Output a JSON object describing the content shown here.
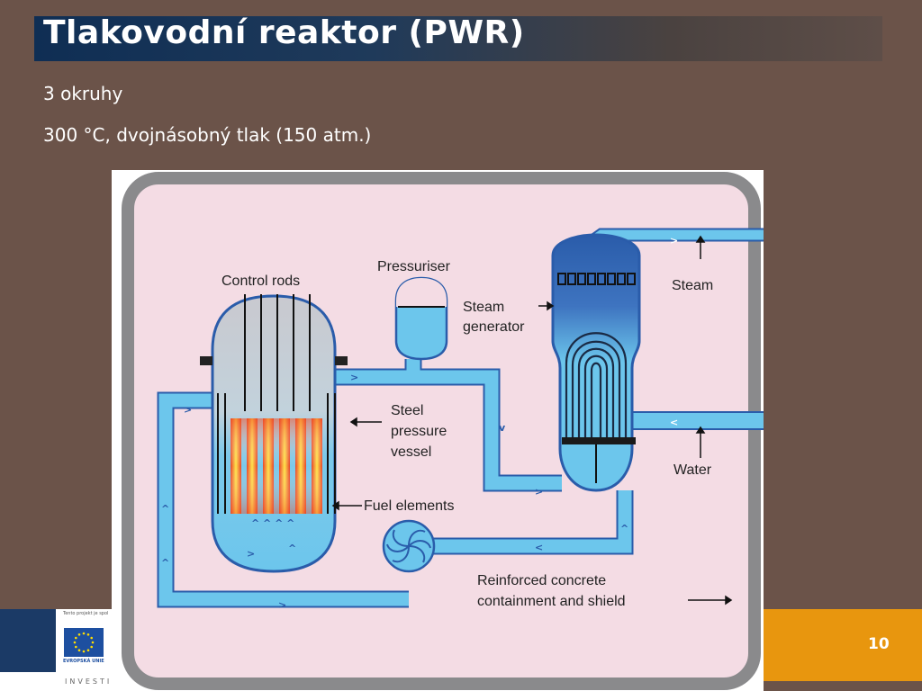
{
  "slide": {
    "title": "Tlakovodní reaktor (PWR)",
    "bullets": [
      "3 okruhy",
      "300 °C, dvojnásobný tlak (150 atm.)"
    ],
    "page_number": "10"
  },
  "footer": {
    "small_text": "Tento projekt je spol",
    "eu_label": "EVROPSKÁ UNIE",
    "invest_text": "INVESTICI"
  },
  "diagram": {
    "labels": {
      "control_rods": "Control rods",
      "pressuriser": "Pressuriser",
      "steam_generator_1": "Steam",
      "steam_generator_2": "generator",
      "steam": "Steam",
      "steel_vessel_1": "Steel",
      "steel_vessel_2": "pressure",
      "steel_vessel_3": "vessel",
      "water": "Water",
      "fuel_elements": "Fuel elements",
      "concrete_1": "Reinforced concrete",
      "concrete_2": "containment and shield"
    },
    "colors": {
      "background": "#f4dce4",
      "border": "#8a8a8c",
      "water": "#6cc6ec",
      "deep_blue": "#2a5caa"
    }
  }
}
